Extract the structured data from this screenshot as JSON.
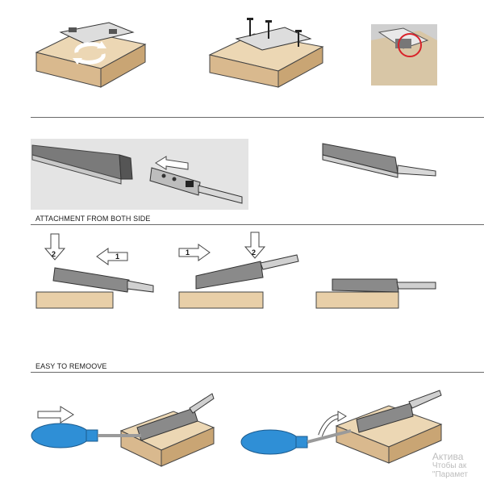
{
  "captions": {
    "attachment": "ATTACHMENT FROM BOTH SIDE",
    "remove": "EASY TO REMOOVE"
  },
  "step_numbers": {
    "one": "1",
    "two": "2"
  },
  "watermark": {
    "line1": "Актива",
    "line2": "Чтобы ак",
    "line3": "\"Парамет"
  },
  "colors": {
    "wood": "#e8cfa8",
    "wood_side": "#d4b488",
    "handle_blue": "#2f8fd6",
    "divider": "#6a6a6a"
  }
}
